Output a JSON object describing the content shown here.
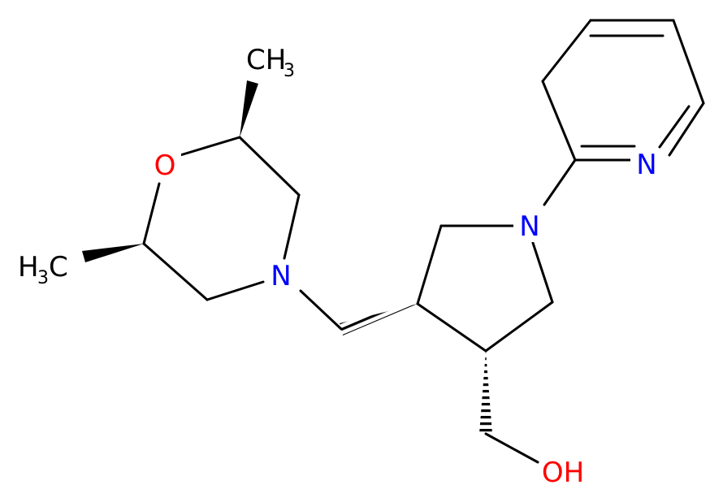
{
  "colors": {
    "bond": "#000000",
    "nitrogen": "#0000ff",
    "oxygen": "#ff0000",
    "carbon": "#000000"
  },
  "atoms": {
    "morpholine_oxygen": "O",
    "morpholine_nitrogen": "N",
    "pyrrolidine_nitrogen": "N",
    "pyridine_nitrogen": "N",
    "hydroxyl": "OH",
    "methyl_top": {
      "main": "CH",
      "sub": "3"
    },
    "methyl_left": {
      "prefix": "H",
      "sub": "3",
      "main": "C"
    }
  }
}
